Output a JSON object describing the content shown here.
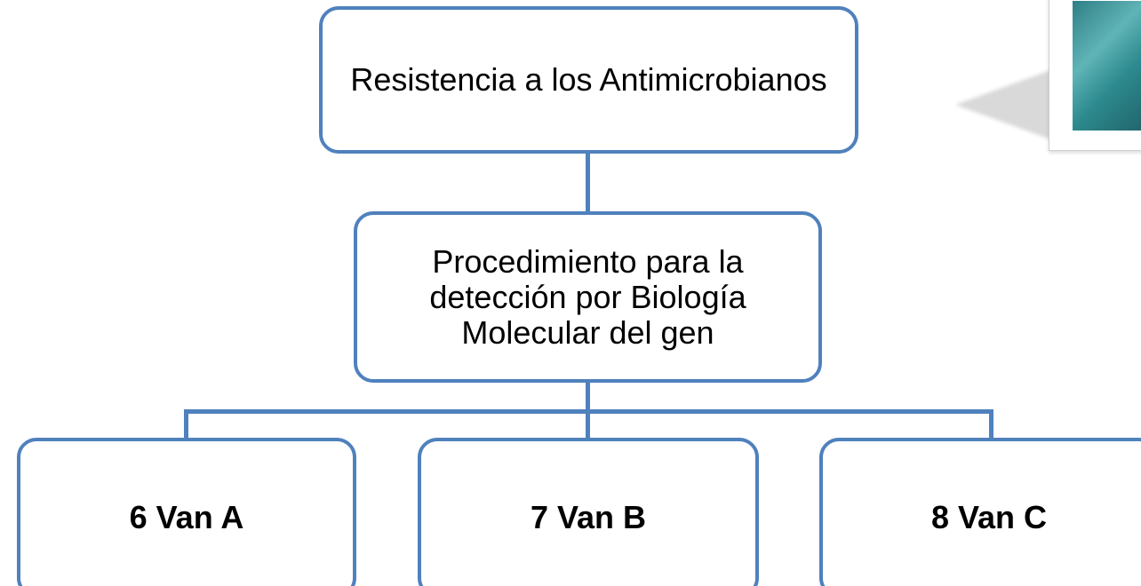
{
  "diagram": {
    "root": {
      "label": "Resistencia a los Antimicrobianos"
    },
    "procedure": {
      "label": "Procedimiento para la detección por Biología Molecular del gen"
    },
    "genes": [
      {
        "label": "6 Van A"
      },
      {
        "label": "7 Van B"
      },
      {
        "label": "8 Van C"
      }
    ]
  },
  "colors": {
    "border": "#4f81bd",
    "text": "#000000",
    "background": "#ffffff"
  },
  "decorations": {
    "corner_image": "teal-photo-thumbnail"
  }
}
